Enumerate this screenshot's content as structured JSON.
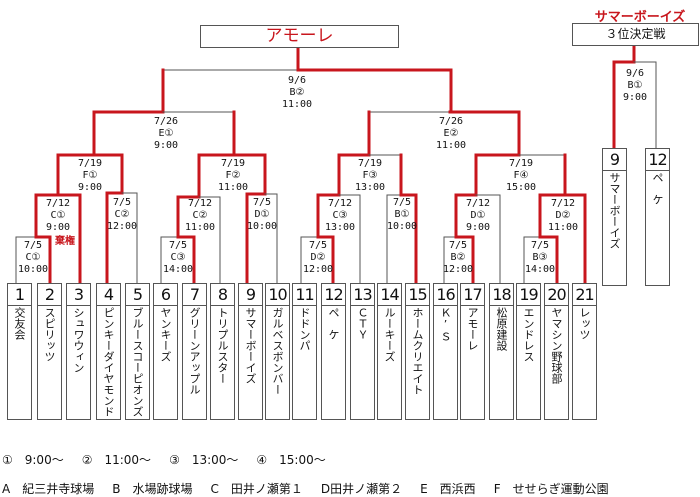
{
  "champion": "アモーレ",
  "third_place": {
    "title": "３位決定戦",
    "winner": "サマーボーイズ",
    "match": {
      "date": "9/6",
      "venue": "B①",
      "time": "9:00"
    },
    "teams": [
      {
        "seed": "9",
        "name": "サマーボーイズ"
      },
      {
        "seed": "12",
        "name": "ペ　ケ"
      }
    ]
  },
  "forfeit_label": "棄権",
  "matches": {
    "r1_c1": {
      "date": "7/5",
      "venue": "C①",
      "time": "10:00"
    },
    "r2_c1": {
      "date": "7/12",
      "venue": "C①",
      "time": "9:00"
    },
    "r2_c2": {
      "date": "7/5",
      "venue": "C②",
      "time": "12:00"
    },
    "qf_f1": {
      "date": "7/19",
      "venue": "F①",
      "time": "9:00"
    },
    "r1_c3": {
      "date": "7/5",
      "venue": "C③",
      "time": "14:00"
    },
    "r2_c2b": {
      "date": "7/12",
      "venue": "C②",
      "time": "11:00"
    },
    "r2_d1": {
      "date": "7/5",
      "venue": "D①",
      "time": "10:00"
    },
    "qf_f2": {
      "date": "7/19",
      "venue": "F②",
      "time": "11:00"
    },
    "sf_e1": {
      "date": "7/26",
      "venue": "E①",
      "time": "9:00"
    },
    "r1_d2": {
      "date": "7/5",
      "venue": "D②",
      "time": "12:00"
    },
    "r2_c3": {
      "date": "7/12",
      "venue": "C③",
      "time": "13:00"
    },
    "r2_b1": {
      "date": "7/5",
      "venue": "B①",
      "time": "10:00"
    },
    "qf_f3": {
      "date": "7/19",
      "venue": "F③",
      "time": "13:00"
    },
    "r1_b2": {
      "date": "7/5",
      "venue": "B②",
      "time": "12:00"
    },
    "r2_d1b": {
      "date": "7/12",
      "venue": "D①",
      "time": "9:00"
    },
    "r1_b3": {
      "date": "7/5",
      "venue": "B③",
      "time": "14:00"
    },
    "r2_d2": {
      "date": "7/12",
      "venue": "D②",
      "time": "11:00"
    },
    "qf_f4": {
      "date": "7/19",
      "venue": "F④",
      "time": "15:00"
    },
    "sf_e2": {
      "date": "7/26",
      "venue": "E②",
      "time": "11:00"
    },
    "final": {
      "date": "9/6",
      "venue": "B②",
      "time": "11:00"
    }
  },
  "teams": [
    {
      "seed": "1",
      "name": "交友会"
    },
    {
      "seed": "2",
      "name": "スピリッツ"
    },
    {
      "seed": "3",
      "name": "シュワウィン"
    },
    {
      "seed": "4",
      "name": "ピンキーダイヤモンド"
    },
    {
      "seed": "5",
      "name": "ブルースコーピオンズ"
    },
    {
      "seed": "6",
      "name": "ヤンキーズ"
    },
    {
      "seed": "7",
      "name": "グリーンアップル"
    },
    {
      "seed": "8",
      "name": "トリプルスター"
    },
    {
      "seed": "9",
      "name": "サマーボーイズ"
    },
    {
      "seed": "10",
      "name": "ガルベスボンバー"
    },
    {
      "seed": "11",
      "name": "ドドンパ"
    },
    {
      "seed": "12",
      "name": "ペ　ケ"
    },
    {
      "seed": "13",
      "name": "ＣＴＹ"
    },
    {
      "seed": "14",
      "name": "ルーキーズ"
    },
    {
      "seed": "15",
      "name": "ホームクリエイト"
    },
    {
      "seed": "16",
      "name": "Ｋ’Ｓ"
    },
    {
      "seed": "17",
      "name": "アモーレ"
    },
    {
      "seed": "18",
      "name": "松原建設"
    },
    {
      "seed": "19",
      "name": "エンドレス"
    },
    {
      "seed": "20",
      "name": "ヤマシン野球部"
    },
    {
      "seed": "21",
      "name": "レッツ"
    }
  ],
  "legend": {
    "times": [
      "①　9:00～",
      "②　11:00～",
      "③　13:00～",
      "④　15:00～"
    ],
    "venues": [
      "A　紀三井寺球場",
      "B　水場跡球場",
      "C　田井ノ瀬第１",
      "D田井ノ瀬第２",
      "E　西浜西",
      "F　せせらぎ運動公園"
    ]
  },
  "colors": {
    "win_line": "#c8161d",
    "line": "#555555"
  }
}
